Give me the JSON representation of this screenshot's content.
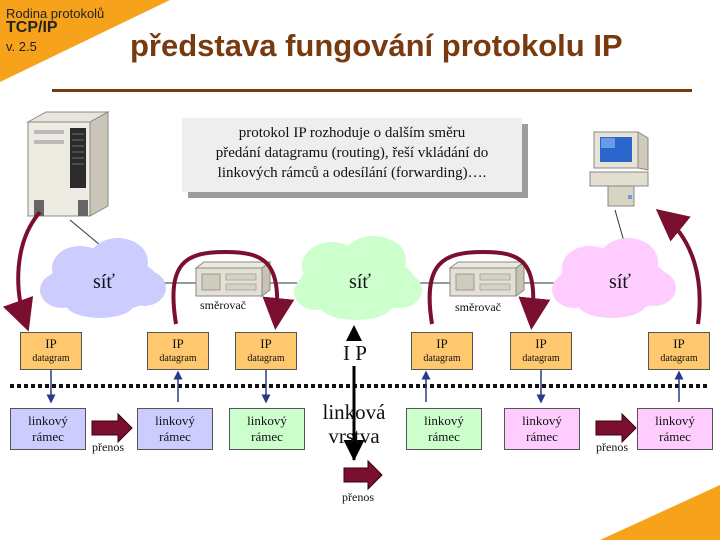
{
  "header": {
    "brand_line1": "Rodina protokolů",
    "brand_line2": "TCP/IP",
    "brand_version": "v. 2.5",
    "title": "představa fungování protokolu IP"
  },
  "callout": {
    "line1": "protokol IP rozhoduje o dalším směru",
    "line2": "předání datagramu (routing), řeší vkládání do",
    "line3": "linkových rámců a odesílání (forwarding)…."
  },
  "clouds": [
    {
      "label": "síť",
      "color": "#ccccff"
    },
    {
      "label": "síť",
      "color": "#ccffcc"
    },
    {
      "label": "síť",
      "color": "#ffccff"
    }
  ],
  "routers": [
    {
      "label": "směrovač"
    },
    {
      "label": "směrovač"
    }
  ],
  "ip_boxes": [
    {
      "line1": "IP",
      "line2": "datagram"
    },
    {
      "line1": "IP",
      "line2": "datagram"
    },
    {
      "line1": "IP",
      "line2": "datagram"
    },
    {
      "line1": "IP",
      "line2": "datagram"
    },
    {
      "line1": "IP",
      "line2": "datagram"
    },
    {
      "line1": "IP",
      "line2": "datagram"
    }
  ],
  "frame_boxes": [
    {
      "line1": "linkový",
      "line2": "rámec",
      "color": "blue"
    },
    {
      "line1": "linkový",
      "line2": "rámec",
      "color": "blue"
    },
    {
      "line1": "linkový",
      "line2": "rámec",
      "color": "green"
    },
    {
      "line1": "linkový",
      "line2": "rámec",
      "color": "green"
    },
    {
      "line1": "linkový",
      "line2": "rámec",
      "color": "pink"
    },
    {
      "line1": "linkový",
      "line2": "rámec",
      "color": "pink"
    }
  ],
  "transfer_labels": [
    "přenos",
    "přenos",
    "přenos"
  ],
  "layers": {
    "ip": "I P",
    "link_line1": "linková",
    "link_line2": "vrstva"
  },
  "colors": {
    "accent_orange": "#f7a21b",
    "title_brown": "#7a3a10",
    "arrow_maroon": "#7a0f30"
  }
}
